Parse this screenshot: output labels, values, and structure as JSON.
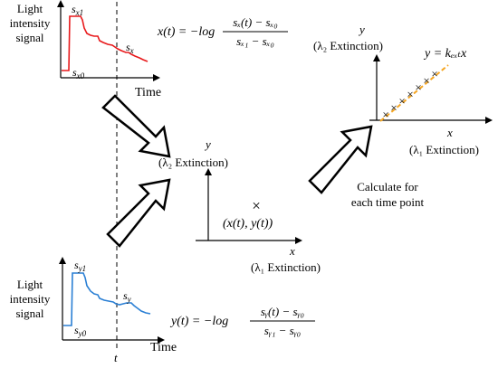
{
  "top_panel": {
    "ylabel_line1": "Light",
    "ylabel_line2": "intensity",
    "ylabel_line3": "signal",
    "xlabel": "Time",
    "label_s_x1": "s",
    "label_s_x1_sub": "x1",
    "label_s_x0": "s",
    "label_s_x0_sub": "x0",
    "label_s_x": "s",
    "label_s_x_sub": "x",
    "equation_lhs": "x(t) = −log",
    "equation_num": "sₓ(t) − sₓ₀",
    "equation_den": "sₓ₁ − sₓ₀",
    "line_color": "#e8191b"
  },
  "bottom_panel": {
    "ylabel_line1": "Light",
    "ylabel_line2": "intensity",
    "ylabel_line3": "signal",
    "xlabel": "Time",
    "tick_t": "t",
    "label_s_y1": "s",
    "label_s_y1_sub": "y1",
    "label_s_y0": "s",
    "label_s_y0_sub": "y0",
    "label_s_y": "s",
    "label_s_y_sub": "y",
    "equation_lhs": "y(t) = −log",
    "equation_num": "sᵧ(t) − sᵧ₀",
    "equation_den": "sᵧ₁ − sᵧ₀",
    "line_color": "#2a7fd4"
  },
  "middle_panel": {
    "y_axis": "y",
    "y_caption": "(λ₂ Extinction)",
    "x_axis": "x",
    "x_caption": "(λ₁ Extinction)",
    "marker": "×",
    "point_label": "(x(t), y(t))"
  },
  "right_panel": {
    "y_axis": "y",
    "y_caption": "(λ₂ Extinction)",
    "x_axis": "x",
    "x_caption": "(λ₁ Extinction)",
    "fit_equation": "y = kₑₓₜx",
    "fit_color": "#f5a623",
    "markers": [
      "×",
      "×",
      "×",
      "×",
      "×",
      "×",
      "×"
    ],
    "caption_line1": "Calculate for",
    "caption_line2": "each time point"
  }
}
